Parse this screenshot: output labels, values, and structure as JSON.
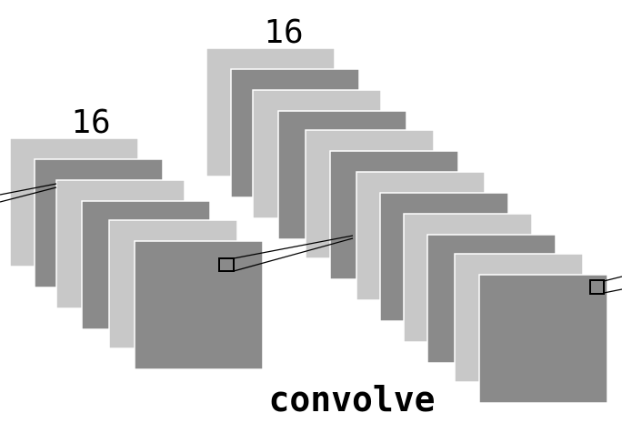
{
  "labels": {
    "stack_left_count": "16",
    "stack_right_count": "16",
    "operation": "convolve"
  },
  "colors": {
    "light_sheet": "#c8c8c8",
    "dark_sheet": "#8a8a8a",
    "sheet_border": "#ffffff",
    "connector": "#000000",
    "background": "#ffffff"
  }
}
